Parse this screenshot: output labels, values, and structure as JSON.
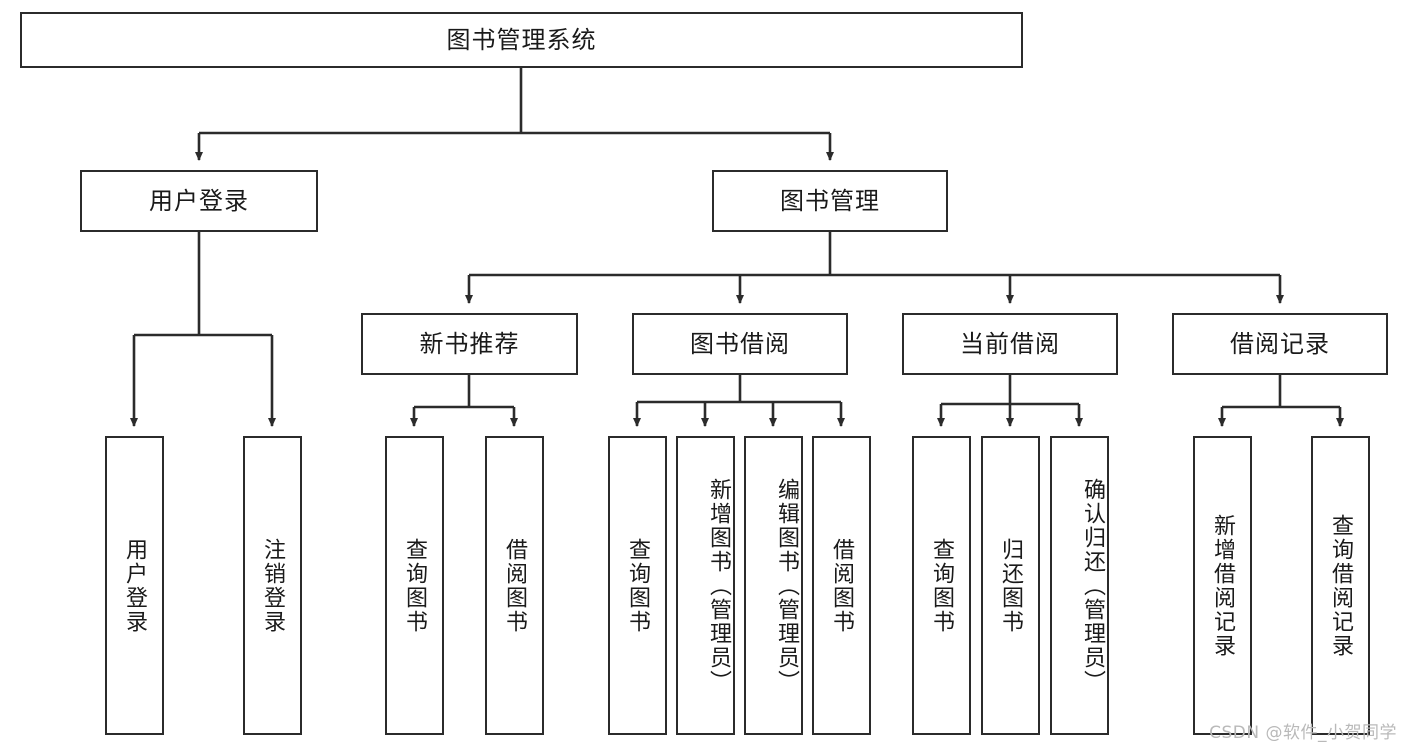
{
  "diagram": {
    "title": "图书管理系统",
    "type": "tree-hierarchy",
    "root": {
      "label": "图书管理系统"
    },
    "level1": [
      {
        "label": "用户登录"
      },
      {
        "label": "图书管理"
      }
    ],
    "level2": [
      {
        "label": "新书推荐"
      },
      {
        "label": "图书借阅"
      },
      {
        "label": "当前借阅"
      },
      {
        "label": "借阅记录"
      }
    ],
    "leaves": {
      "user_login": [
        {
          "label": "用户登录"
        },
        {
          "label": "注销登录"
        }
      ],
      "new_book_recommend": [
        {
          "label": "查询图书"
        },
        {
          "label": "借阅图书"
        }
      ],
      "book_borrow": [
        {
          "label": "查询图书"
        },
        {
          "label": "新增图书（管理员）"
        },
        {
          "label": "编辑图书（管理员）"
        },
        {
          "label": "借阅图书"
        }
      ],
      "current_borrow": [
        {
          "label": "查询图书"
        },
        {
          "label": "归还图书"
        },
        {
          "label": "确认归还（管理员）"
        }
      ],
      "borrow_record": [
        {
          "label": "新增借阅记录"
        },
        {
          "label": "查询借阅记录"
        }
      ]
    }
  },
  "watermark": {
    "text": "CSDN @软件_小贺同学"
  },
  "colors": {
    "stroke": "#2b2b2b",
    "fill": "#ffffff",
    "text": "#1a1a1a",
    "watermark": "#b9b9b9"
  }
}
